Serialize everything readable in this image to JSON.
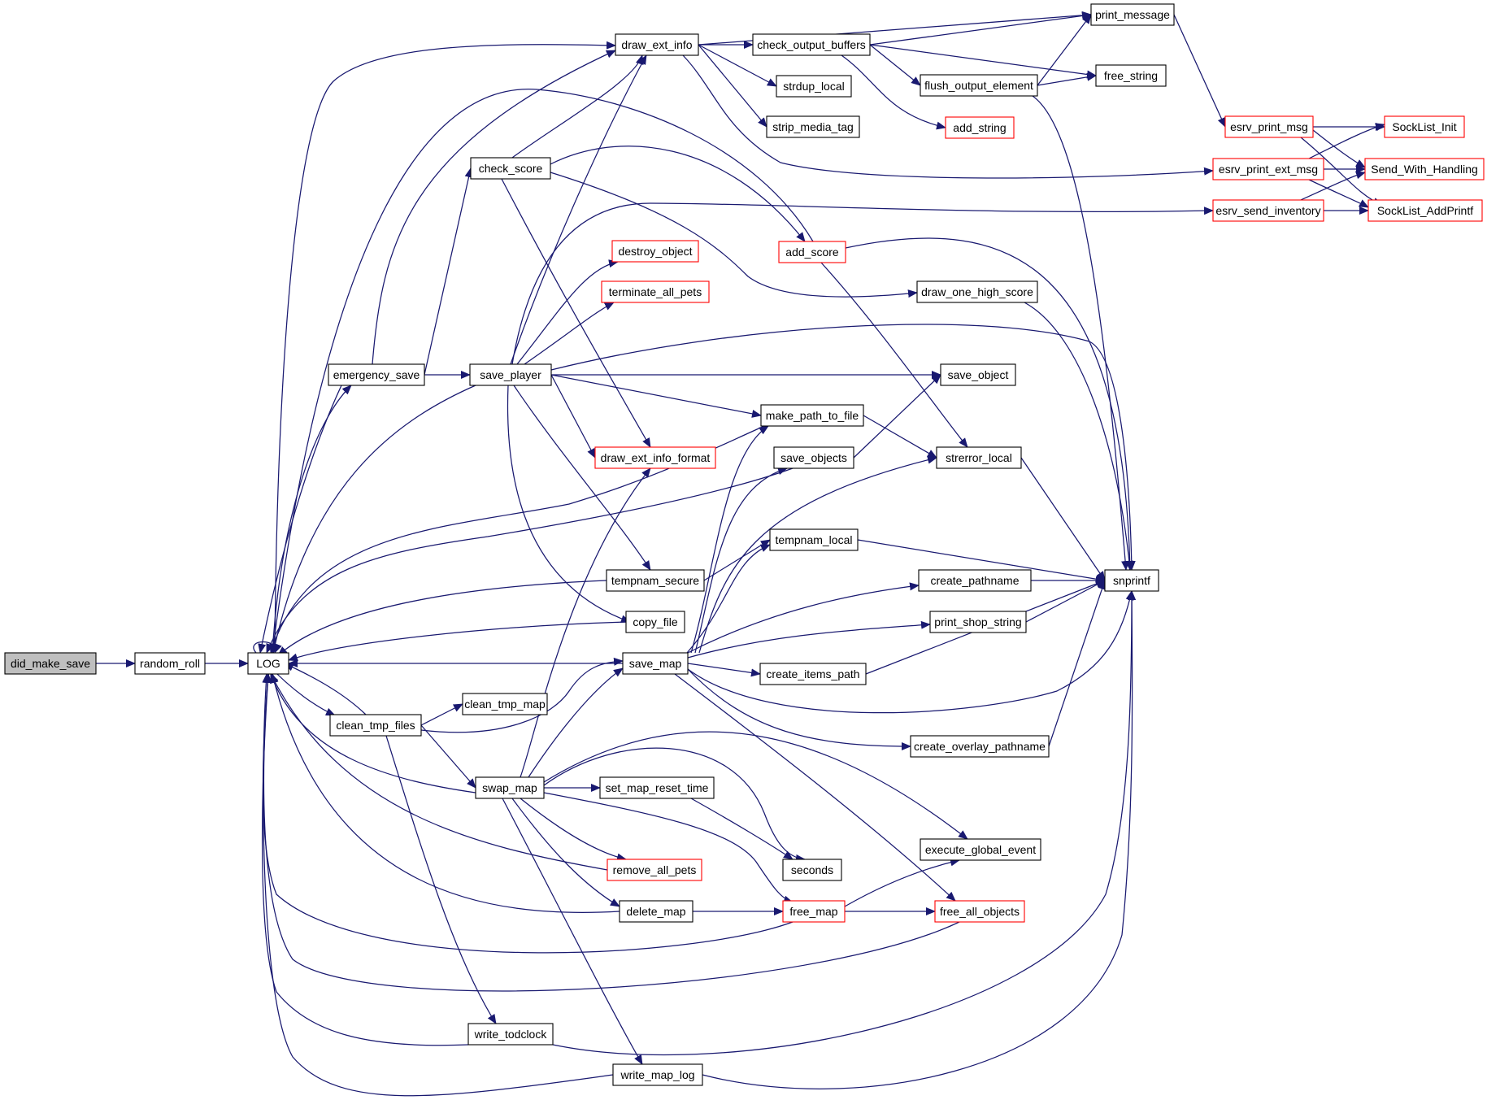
{
  "colors": {
    "edge": "#191970",
    "node_border": "#000000",
    "node_border_truncated": "#ff0000",
    "node_fill": "#ffffff",
    "root_fill": "#bfbfbf"
  },
  "graph": {
    "root": "did_make_save",
    "nodes": [
      {
        "id": "did_make_save",
        "label": "did_make_save",
        "style": "root"
      },
      {
        "id": "random_roll",
        "label": "random_roll",
        "style": "normal"
      },
      {
        "id": "LOG",
        "label": "LOG",
        "style": "normal"
      },
      {
        "id": "draw_ext_info",
        "label": "draw_ext_info",
        "style": "normal"
      },
      {
        "id": "check_output_buffers",
        "label": "check_output_buffers",
        "style": "normal"
      },
      {
        "id": "print_message",
        "label": "print_message",
        "style": "normal"
      },
      {
        "id": "free_string",
        "label": "free_string",
        "style": "normal"
      },
      {
        "id": "flush_output_element",
        "label": "flush_output_element",
        "style": "normal"
      },
      {
        "id": "add_string",
        "label": "add_string",
        "style": "truncated"
      },
      {
        "id": "strdup_local",
        "label": "strdup_local",
        "style": "normal"
      },
      {
        "id": "strip_media_tag",
        "label": "strip_media_tag",
        "style": "normal"
      },
      {
        "id": "esrv_print_msg",
        "label": "esrv_print_msg",
        "style": "truncated"
      },
      {
        "id": "esrv_print_ext_msg",
        "label": "esrv_print_ext_msg",
        "style": "truncated"
      },
      {
        "id": "esrv_send_inventory",
        "label": "esrv_send_inventory",
        "style": "truncated"
      },
      {
        "id": "SockList_Init",
        "label": "SockList_Init",
        "style": "truncated"
      },
      {
        "id": "Send_With_Handling",
        "label": "Send_With_Handling",
        "style": "truncated"
      },
      {
        "id": "SockList_AddPrintf",
        "label": "SockList_AddPrintf",
        "style": "truncated"
      },
      {
        "id": "check_score",
        "label": "check_score",
        "style": "normal"
      },
      {
        "id": "add_score",
        "label": "add_score",
        "style": "truncated"
      },
      {
        "id": "destroy_object",
        "label": "destroy_object",
        "style": "truncated"
      },
      {
        "id": "terminate_all_pets",
        "label": "terminate_all_pets",
        "style": "truncated"
      },
      {
        "id": "draw_one_high_score",
        "label": "draw_one_high_score",
        "style": "normal"
      },
      {
        "id": "emergency_save",
        "label": "emergency_save",
        "style": "normal"
      },
      {
        "id": "save_player",
        "label": "save_player",
        "style": "normal"
      },
      {
        "id": "save_object",
        "label": "save_object",
        "style": "normal"
      },
      {
        "id": "make_path_to_file",
        "label": "make_path_to_file",
        "style": "normal"
      },
      {
        "id": "draw_ext_info_format",
        "label": "draw_ext_info_format",
        "style": "truncated"
      },
      {
        "id": "save_objects",
        "label": "save_objects",
        "style": "normal"
      },
      {
        "id": "strerror_local",
        "label": "strerror_local",
        "style": "normal"
      },
      {
        "id": "tempnam_local",
        "label": "tempnam_local",
        "style": "normal"
      },
      {
        "id": "tempnam_secure",
        "label": "tempnam_secure",
        "style": "normal"
      },
      {
        "id": "create_pathname",
        "label": "create_pathname",
        "style": "normal"
      },
      {
        "id": "snprintf",
        "label": "snprintf",
        "style": "normal"
      },
      {
        "id": "copy_file",
        "label": "copy_file",
        "style": "normal"
      },
      {
        "id": "print_shop_string",
        "label": "print_shop_string",
        "style": "normal"
      },
      {
        "id": "save_map",
        "label": "save_map",
        "style": "normal"
      },
      {
        "id": "create_items_path",
        "label": "create_items_path",
        "style": "normal"
      },
      {
        "id": "clean_tmp_map",
        "label": "clean_tmp_map",
        "style": "normal"
      },
      {
        "id": "clean_tmp_files",
        "label": "clean_tmp_files",
        "style": "normal"
      },
      {
        "id": "create_overlay_pathname",
        "label": "create_overlay_pathname",
        "style": "normal"
      },
      {
        "id": "swap_map",
        "label": "swap_map",
        "style": "normal"
      },
      {
        "id": "set_map_reset_time",
        "label": "set_map_reset_time",
        "style": "normal"
      },
      {
        "id": "execute_global_event",
        "label": "execute_global_event",
        "style": "normal"
      },
      {
        "id": "seconds",
        "label": "seconds",
        "style": "normal"
      },
      {
        "id": "remove_all_pets",
        "label": "remove_all_pets",
        "style": "truncated"
      },
      {
        "id": "delete_map",
        "label": "delete_map",
        "style": "normal"
      },
      {
        "id": "free_map",
        "label": "free_map",
        "style": "truncated"
      },
      {
        "id": "free_all_objects",
        "label": "free_all_objects",
        "style": "truncated"
      },
      {
        "id": "write_todclock",
        "label": "write_todclock",
        "style": "normal"
      },
      {
        "id": "write_map_log",
        "label": "write_map_log",
        "style": "normal"
      }
    ],
    "edges": [
      {
        "from": "did_make_save",
        "to": "random_roll"
      },
      {
        "from": "random_roll",
        "to": "LOG"
      },
      {
        "from": "LOG",
        "to": "LOG"
      },
      {
        "from": "LOG",
        "to": "draw_ext_info"
      },
      {
        "from": "LOG",
        "to": "emergency_save"
      },
      {
        "from": "LOG",
        "to": "clean_tmp_files"
      },
      {
        "from": "draw_ext_info",
        "to": "print_message"
      },
      {
        "from": "draw_ext_info",
        "to": "check_output_buffers"
      },
      {
        "from": "draw_ext_info",
        "to": "strdup_local"
      },
      {
        "from": "draw_ext_info",
        "to": "strip_media_tag"
      },
      {
        "from": "draw_ext_info",
        "to": "esrv_print_ext_msg"
      },
      {
        "from": "check_output_buffers",
        "to": "print_message"
      },
      {
        "from": "check_output_buffers",
        "to": "free_string"
      },
      {
        "from": "check_output_buffers",
        "to": "flush_output_element"
      },
      {
        "from": "check_output_buffers",
        "to": "add_string"
      },
      {
        "from": "flush_output_element",
        "to": "print_message"
      },
      {
        "from": "flush_output_element",
        "to": "free_string"
      },
      {
        "from": "flush_output_element",
        "to": "snprintf"
      },
      {
        "from": "print_message",
        "to": "esrv_print_msg"
      },
      {
        "from": "esrv_print_msg",
        "to": "SockList_Init"
      },
      {
        "from": "esrv_print_msg",
        "to": "Send_With_Handling"
      },
      {
        "from": "esrv_print_msg",
        "to": "SockList_AddPrintf"
      },
      {
        "from": "esrv_print_ext_msg",
        "to": "SockList_Init"
      },
      {
        "from": "esrv_print_ext_msg",
        "to": "Send_With_Handling"
      },
      {
        "from": "esrv_print_ext_msg",
        "to": "SockList_AddPrintf"
      },
      {
        "from": "esrv_send_inventory",
        "to": "Send_With_Handling"
      },
      {
        "from": "esrv_send_inventory",
        "to": "SockList_AddPrintf"
      },
      {
        "from": "emergency_save",
        "to": "draw_ext_info"
      },
      {
        "from": "emergency_save",
        "to": "check_score"
      },
      {
        "from": "emergency_save",
        "to": "save_player"
      },
      {
        "from": "emergency_save",
        "to": "LOG"
      },
      {
        "from": "check_score",
        "to": "draw_ext_info"
      },
      {
        "from": "check_score",
        "to": "add_score"
      },
      {
        "from": "check_score",
        "to": "draw_one_high_score"
      },
      {
        "from": "check_score",
        "to": "draw_ext_info_format"
      },
      {
        "from": "add_score",
        "to": "LOG"
      },
      {
        "from": "add_score",
        "to": "strerror_local"
      },
      {
        "from": "add_score",
        "to": "snprintf"
      },
      {
        "from": "draw_one_high_score",
        "to": "snprintf"
      },
      {
        "from": "save_player",
        "to": "draw_ext_info"
      },
      {
        "from": "save_player",
        "to": "esrv_send_inventory"
      },
      {
        "from": "save_player",
        "to": "destroy_object"
      },
      {
        "from": "save_player",
        "to": "terminate_all_pets"
      },
      {
        "from": "save_player",
        "to": "snprintf"
      },
      {
        "from": "save_player",
        "to": "save_object"
      },
      {
        "from": "save_player",
        "to": "make_path_to_file"
      },
      {
        "from": "save_player",
        "to": "draw_ext_info_format"
      },
      {
        "from": "save_player",
        "to": "tempnam_secure"
      },
      {
        "from": "save_player",
        "to": "copy_file"
      },
      {
        "from": "save_player",
        "to": "LOG"
      },
      {
        "from": "make_path_to_file",
        "to": "LOG"
      },
      {
        "from": "make_path_to_file",
        "to": "strerror_local"
      },
      {
        "from": "save_objects",
        "to": "save_object"
      },
      {
        "from": "save_objects",
        "to": "LOG"
      },
      {
        "from": "strerror_local",
        "to": "snprintf"
      },
      {
        "from": "tempnam_local",
        "to": "snprintf"
      },
      {
        "from": "tempnam_secure",
        "to": "tempnam_local"
      },
      {
        "from": "tempnam_secure",
        "to": "LOG"
      },
      {
        "from": "copy_file",
        "to": "LOG"
      },
      {
        "from": "create_pathname",
        "to": "snprintf"
      },
      {
        "from": "print_shop_string",
        "to": "snprintf"
      },
      {
        "from": "create_items_path",
        "to": "snprintf"
      },
      {
        "from": "create_overlay_pathname",
        "to": "snprintf"
      },
      {
        "from": "save_map",
        "to": "LOG"
      },
      {
        "from": "save_map",
        "to": "make_path_to_file"
      },
      {
        "from": "save_map",
        "to": "save_objects"
      },
      {
        "from": "save_map",
        "to": "strerror_local"
      },
      {
        "from": "save_map",
        "to": "tempnam_local"
      },
      {
        "from": "save_map",
        "to": "create_pathname"
      },
      {
        "from": "save_map",
        "to": "print_shop_string"
      },
      {
        "from": "save_map",
        "to": "create_items_path"
      },
      {
        "from": "save_map",
        "to": "snprintf"
      },
      {
        "from": "save_map",
        "to": "create_overlay_pathname"
      },
      {
        "from": "save_map",
        "to": "free_all_objects"
      },
      {
        "from": "clean_tmp_files",
        "to": "clean_tmp_map"
      },
      {
        "from": "clean_tmp_files",
        "to": "save_map"
      },
      {
        "from": "clean_tmp_files",
        "to": "swap_map"
      },
      {
        "from": "clean_tmp_files",
        "to": "write_todclock"
      },
      {
        "from": "clean_tmp_files",
        "to": "LOG"
      },
      {
        "from": "swap_map",
        "to": "draw_ext_info_format"
      },
      {
        "from": "swap_map",
        "to": "save_map"
      },
      {
        "from": "swap_map",
        "to": "set_map_reset_time"
      },
      {
        "from": "swap_map",
        "to": "execute_global_event"
      },
      {
        "from": "swap_map",
        "to": "seconds"
      },
      {
        "from": "swap_map",
        "to": "remove_all_pets"
      },
      {
        "from": "swap_map",
        "to": "delete_map"
      },
      {
        "from": "swap_map",
        "to": "free_map"
      },
      {
        "from": "swap_map",
        "to": "write_map_log"
      },
      {
        "from": "swap_map",
        "to": "LOG"
      },
      {
        "from": "set_map_reset_time",
        "to": "seconds"
      },
      {
        "from": "remove_all_pets",
        "to": "LOG"
      },
      {
        "from": "delete_map",
        "to": "free_map"
      },
      {
        "from": "delete_map",
        "to": "LOG"
      },
      {
        "from": "free_map",
        "to": "execute_global_event"
      },
      {
        "from": "free_map",
        "to": "free_all_objects"
      },
      {
        "from": "free_map",
        "to": "LOG"
      },
      {
        "from": "free_all_objects",
        "to": "LOG"
      },
      {
        "from": "write_todclock",
        "to": "snprintf"
      },
      {
        "from": "write_todclock",
        "to": "LOG"
      },
      {
        "from": "write_map_log",
        "to": "snprintf"
      },
      {
        "from": "write_map_log",
        "to": "LOG"
      }
    ]
  }
}
